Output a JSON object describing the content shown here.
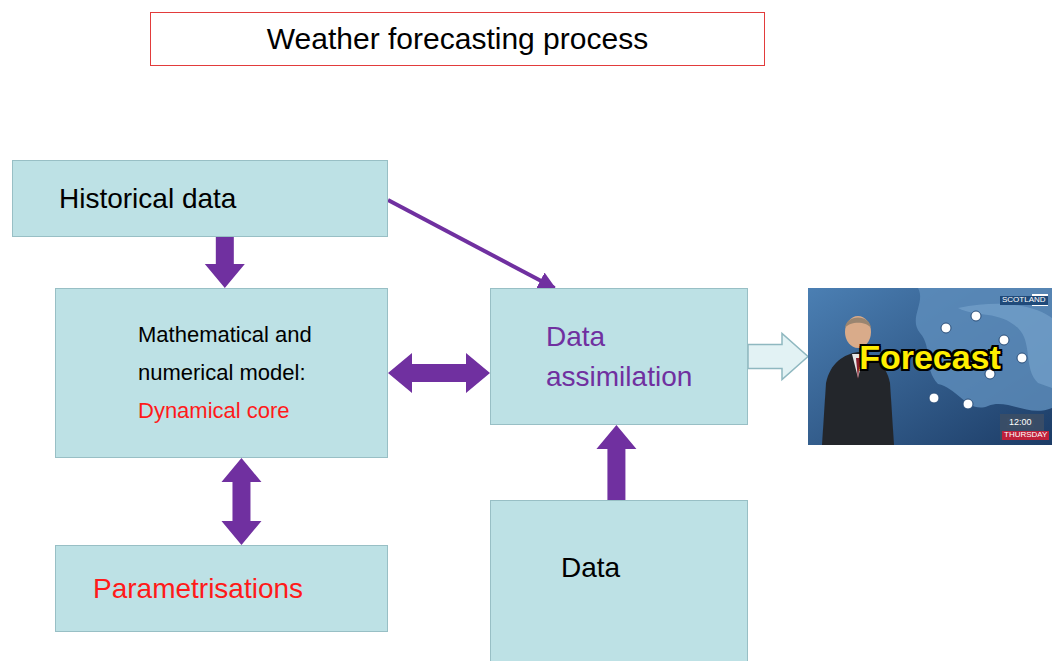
{
  "diagram": {
    "title": "Weather forecasting process",
    "nodes": [
      {
        "text": [
          "Historical data"
        ]
      },
      {
        "text": [
          "Mathematical and numerical model:",
          "Dynamical core"
        ]
      },
      {
        "text": [
          "Data assimilation"
        ]
      },
      {
        "text": [
          "Parametrisations"
        ]
      },
      {
        "text": [
          "Data"
        ]
      },
      {
        "text": [
          "Forecast"
        ]
      }
    ],
    "edges": [
      {
        "from": 0,
        "to": 1,
        "arrow": "to"
      },
      {
        "from": 0,
        "to": 2,
        "arrow": "to"
      },
      {
        "from": 1,
        "to": 2,
        "arrow": "both"
      },
      {
        "from": 1,
        "to": 3,
        "arrow": "both"
      },
      {
        "from": 4,
        "to": 2,
        "arrow": "to"
      },
      {
        "from": 2,
        "to": 5,
        "arrow": "to"
      }
    ],
    "labels": [
      "SCOTLAND",
      "12:00",
      "THURSDAY"
    ]
  }
}
